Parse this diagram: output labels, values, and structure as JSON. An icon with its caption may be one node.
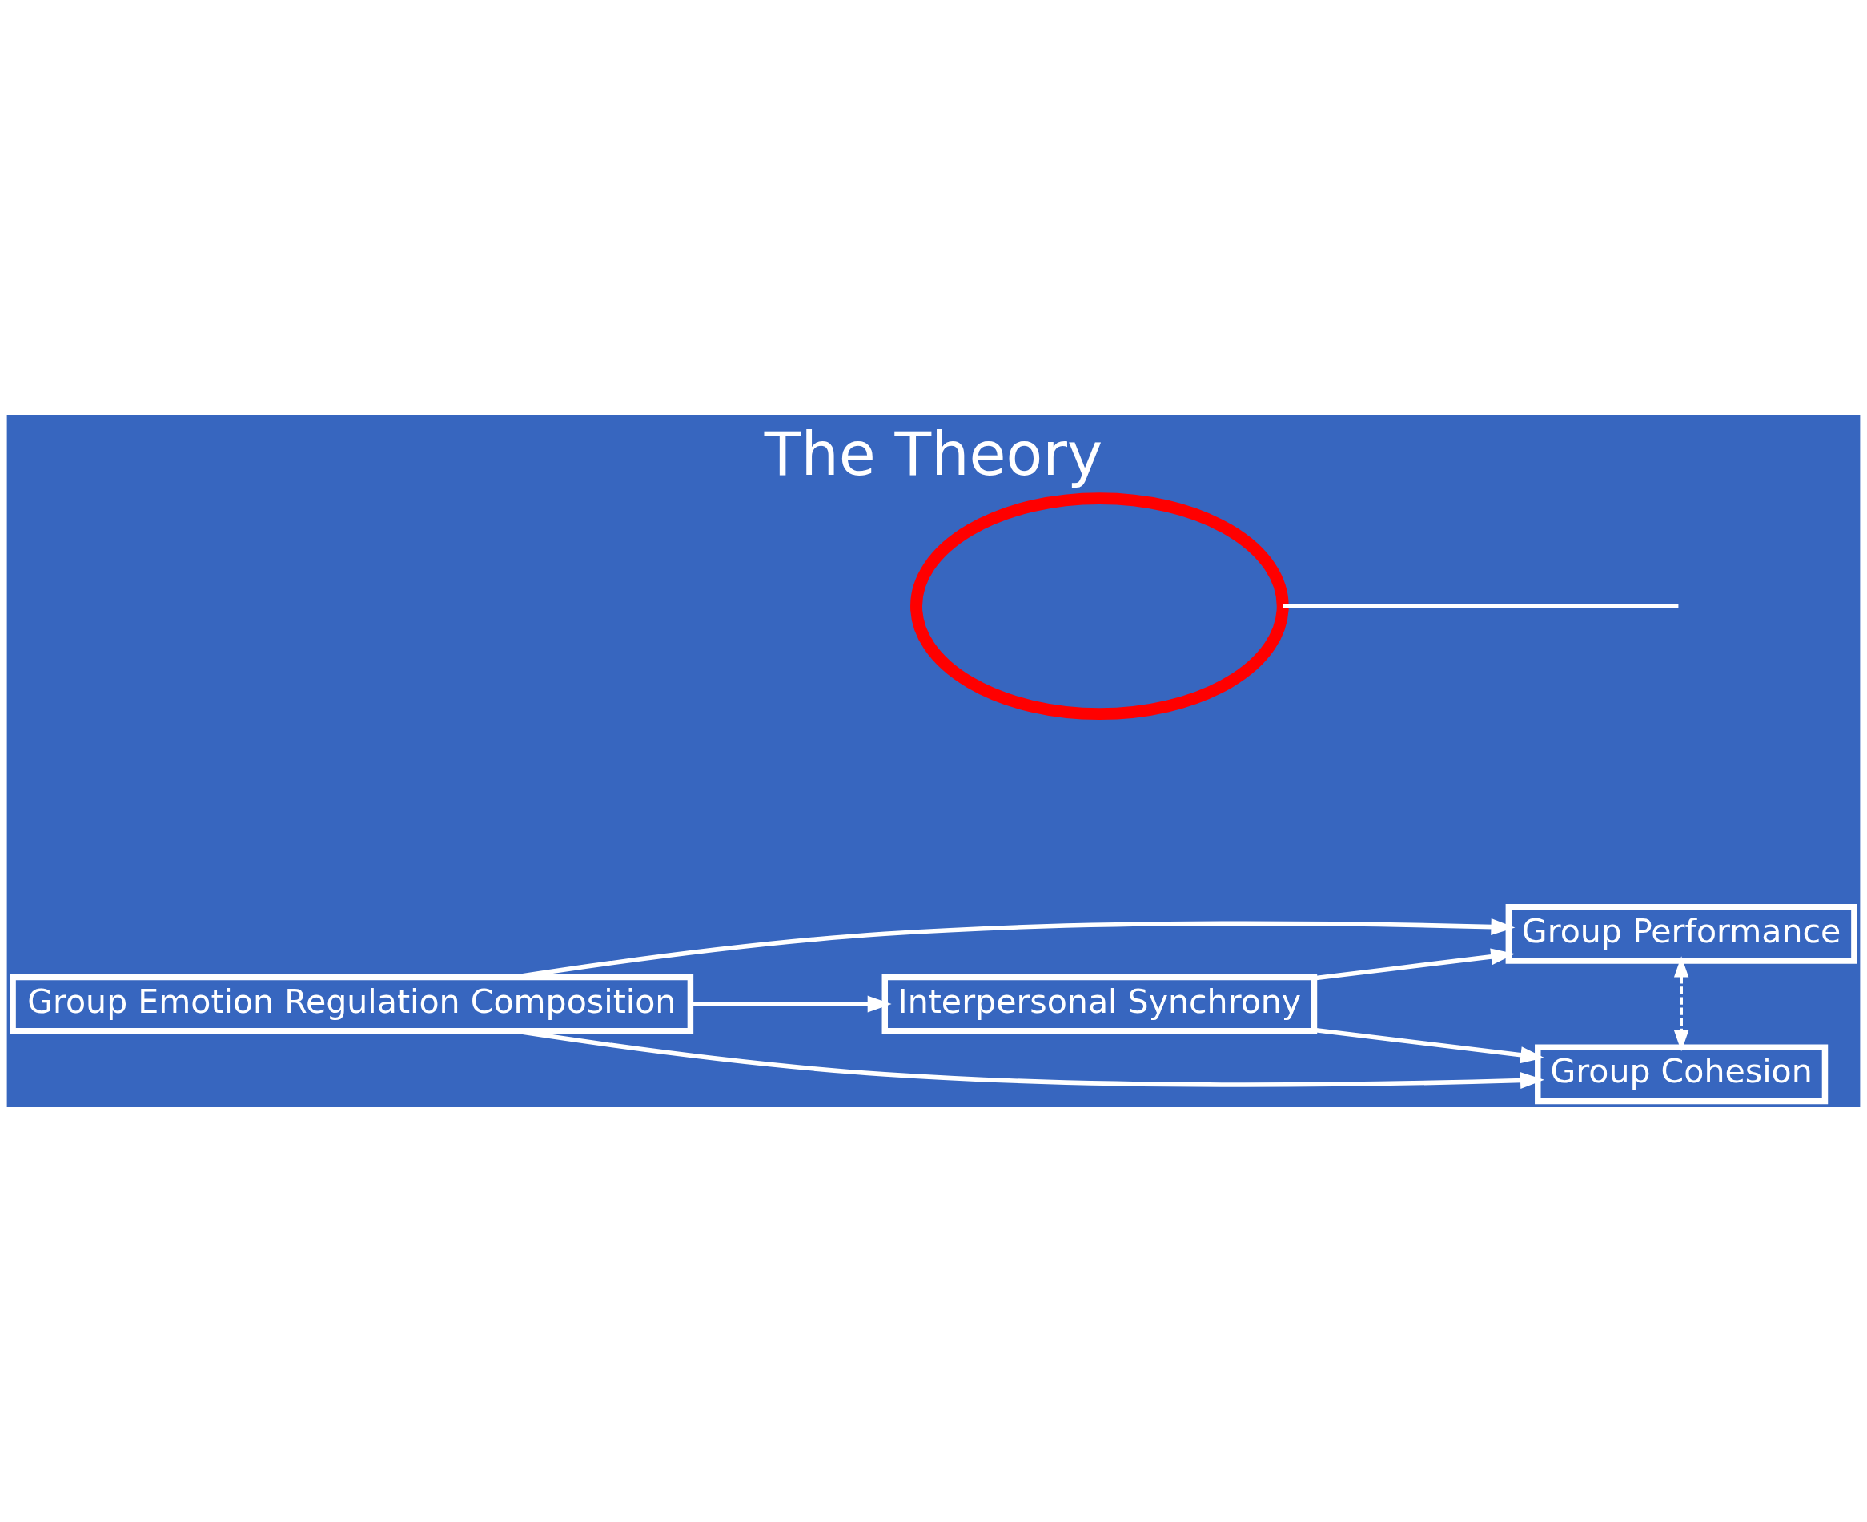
{
  "diagram": {
    "title": "The Theory",
    "nodes": [
      {
        "text": [
          "Group Emotion Regulation Composition"
        ]
      },
      {
        "text": [
          "Interpersonal Synchrony"
        ]
      },
      {
        "text": [
          "Group Performance"
        ]
      },
      {
        "text": [
          "Group Cohesion"
        ]
      },
      {
        "text": [],
        "shape": "ellipse"
      }
    ],
    "edges": [
      {
        "from": 0,
        "to": 2,
        "arrow": "to"
      },
      {
        "from": 0,
        "to": 1,
        "arrow": "to"
      },
      {
        "from": 0,
        "to": 3,
        "arrow": "to"
      },
      {
        "from": 1,
        "to": 2,
        "arrow": "to"
      },
      {
        "from": 1,
        "to": 3,
        "arrow": "to"
      },
      {
        "from": 2,
        "to": 3,
        "arrow": "both",
        "style": "dashed"
      },
      {
        "from": 4,
        "to": null,
        "arrow": "none"
      }
    ]
  }
}
